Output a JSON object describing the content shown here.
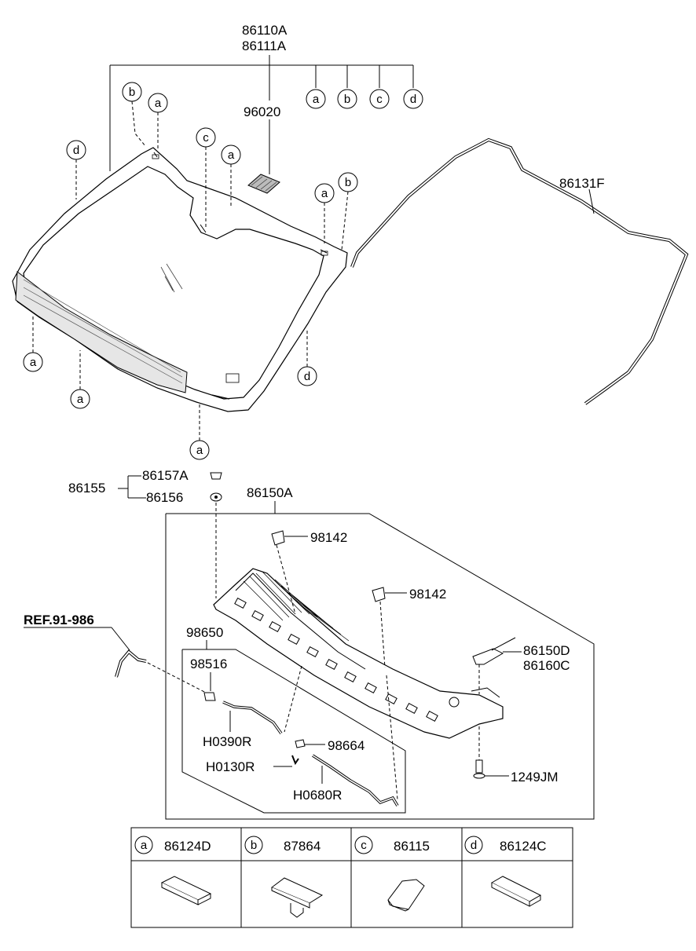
{
  "labels": {
    "windshield_main": "86110A",
    "windshield_alt": "86111A",
    "sensor_part": "96020",
    "molding": "86131F",
    "cowl_assy": "86150A",
    "clip_set": "86155",
    "clip_upper": "86157A",
    "clip_lower": "86156",
    "nozzle_1": "98142",
    "nozzle_2": "98142",
    "cover_1": "86150D",
    "cover_2": "86160C",
    "hose_assy": "98650",
    "check_valve": "98516",
    "hose_1": "H0390R",
    "hose_2": "H0130R",
    "hose_3": "H0680R",
    "connector": "98664",
    "screw": "1249JM",
    "reference": "REF.91-986"
  },
  "callouts": [
    "a",
    "b",
    "c",
    "d"
  ],
  "legend": [
    {
      "letter": "a",
      "part": "86124D"
    },
    {
      "letter": "b",
      "part": "87864"
    },
    {
      "letter": "c",
      "part": "86115"
    },
    {
      "letter": "d",
      "part": "86124C"
    }
  ]
}
